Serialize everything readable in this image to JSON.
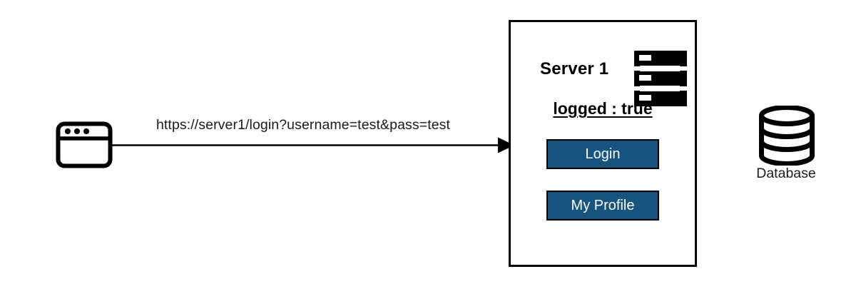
{
  "diagram": {
    "background_color": "#ffffff",
    "stroke_color": "#000000",
    "accent_color": "#16537e",
    "text_color": "#1a1a1a"
  },
  "client": {
    "icon": "browser-window-icon",
    "dot_count": 3
  },
  "request": {
    "label": "https://server1/login?username=test&pass=test",
    "arrow_direction": "right",
    "from": "client",
    "to": "server"
  },
  "server": {
    "title": "Server 1",
    "icon": "server-rack-icon",
    "status": "logged : true",
    "status_bold": true,
    "status_underlined": true,
    "buttons": [
      {
        "label": "Login",
        "name": "login-button",
        "fill": "#16537e"
      },
      {
        "label": "My Profile",
        "name": "my-profile-button",
        "fill": "#16537e"
      }
    ]
  },
  "database": {
    "label": "Database",
    "icon": "database-cylinder-icon"
  }
}
